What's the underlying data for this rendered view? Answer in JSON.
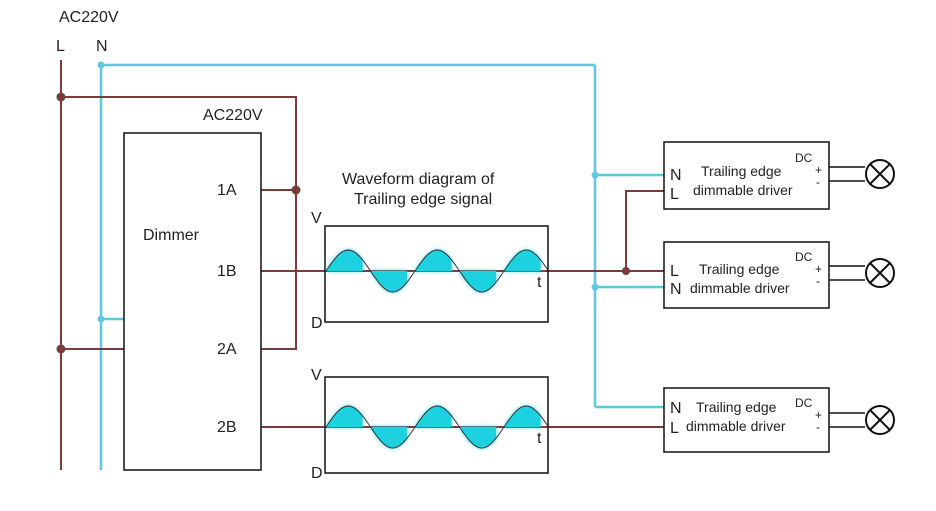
{
  "supply": {
    "voltage": "AC220V",
    "line": "L",
    "neutral": "N"
  },
  "dimmer": {
    "title": "Dimmer",
    "voltage": "AC220V",
    "terminals": {
      "t1a": "1A",
      "t1b": "1B",
      "t2a": "2A",
      "t2b": "2B"
    }
  },
  "waveform": {
    "caption_line1": "Waveform diagram of",
    "caption_line2": "Trailing edge signal",
    "v_label": "V",
    "d_label": "D",
    "t_label": "t"
  },
  "drivers": [
    {
      "top_terminal": "N",
      "bottom_terminal": "L",
      "line1": "Trailing edge",
      "line2": "dimmable driver",
      "dc": "DC",
      "plus": "+",
      "minus": "-"
    },
    {
      "top_terminal": "L",
      "bottom_terminal": "N",
      "line1": "Trailing edge",
      "line2": "dimmable driver",
      "dc": "DC",
      "plus": "+",
      "minus": "-"
    },
    {
      "top_terminal": "N",
      "bottom_terminal": "L",
      "line1": "Trailing edge",
      "line2": "dimmable driver",
      "dc": "DC",
      "plus": "+",
      "minus": "-"
    }
  ],
  "colors": {
    "live_wire": "#7a3b3b",
    "neutral_wire": "#5fc8dc",
    "wave_fill": "#1fd2e0",
    "outline": "#111111"
  }
}
